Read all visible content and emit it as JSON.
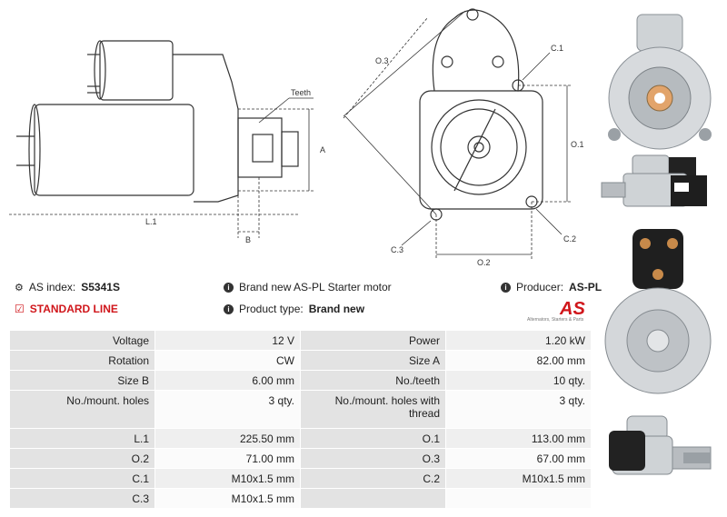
{
  "drawing": {
    "labels": {
      "teeth": "Teeth",
      "a": "A",
      "b": "B",
      "l1": "L.1",
      "o1": "O.1",
      "o2": "O.2",
      "o3": "O.3",
      "c1": "C.1",
      "c2": "C.2",
      "c3": "C.3"
    }
  },
  "info": {
    "as_index_label": "AS index:",
    "as_index_value": "S5341S",
    "line": "STANDARD LINE",
    "description": "Brand new AS-PL Starter motor",
    "product_type_label": "Product type:",
    "product_type_value": "Brand new",
    "producer_label": "Producer:",
    "producer_value": "AS-PL",
    "logo_text": "AS",
    "logo_sub": "Alternators, Starters & Parts"
  },
  "specs": [
    {
      "l1": "Voltage",
      "v1": "12 V",
      "l2": "Power",
      "v2": "1.20 kW"
    },
    {
      "l1": "Rotation",
      "v1": "CW",
      "l2": "Size A",
      "v2": "82.00 mm"
    },
    {
      "l1": "Size B",
      "v1": "6.00 mm",
      "l2": "No./teeth",
      "v2": "10 qty."
    },
    {
      "l1": "No./mount. holes",
      "v1": "3 qty.",
      "l2": "No./mount. holes with thread",
      "v2": "3 qty."
    },
    {
      "l1": "L.1",
      "v1": "225.50 mm",
      "l2": "O.1",
      "v2": "113.00 mm"
    },
    {
      "l1": "O.2",
      "v1": "71.00 mm",
      "l2": "O.3",
      "v2": "67.00 mm"
    },
    {
      "l1": "C.1",
      "v1": "M10x1.5 mm",
      "l2": "C.2",
      "v2": "M10x1.5 mm"
    },
    {
      "l1": "C.3",
      "v1": "M10x1.5 mm",
      "l2": "",
      "v2": ""
    }
  ]
}
